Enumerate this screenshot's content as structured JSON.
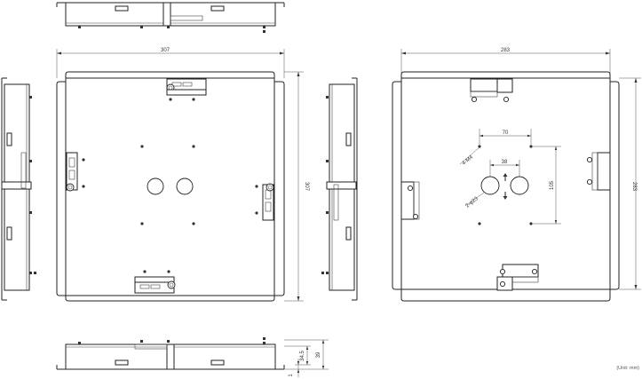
{
  "dimensions": {
    "front_width": "307",
    "front_height": "307",
    "back_width": "283",
    "back_height": "283",
    "hole_spacing_x": "70",
    "hole_spacing_small": "38",
    "hole_spacing_y": "105",
    "screw_label": "4-M4",
    "hole_label": "2-φ23",
    "depth_total": "39",
    "depth_body": "34.5",
    "plate_thickness": "1"
  },
  "unit_note": "(Unit: mm)"
}
